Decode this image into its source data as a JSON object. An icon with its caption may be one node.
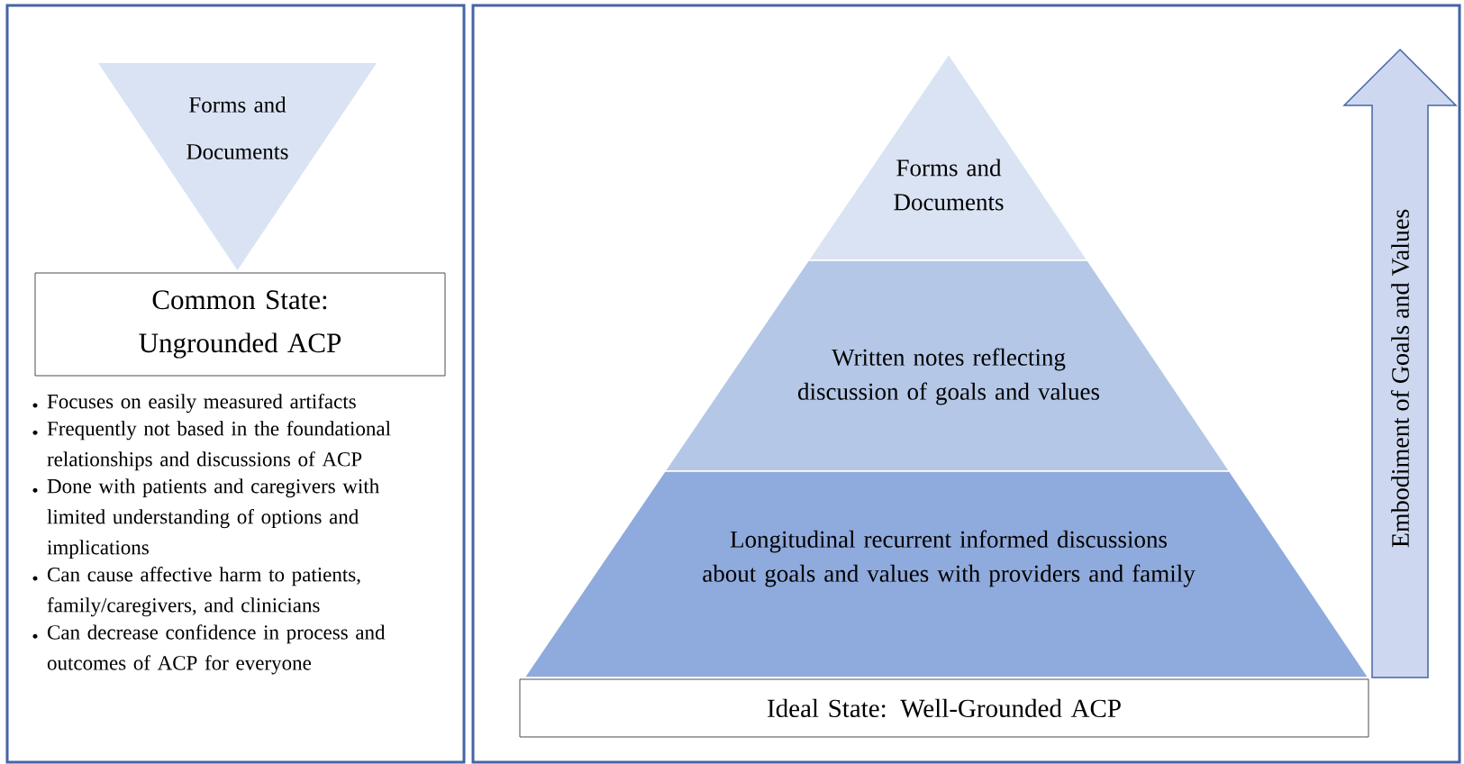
{
  "diagram": {
    "nodes": [
      {
        "text": [],
        "shape": "box"
      },
      {
        "text": [
          "Forms and Documents"
        ],
        "in": 0
      },
      {
        "text": [
          "Common State: Ungrounded ACP"
        ],
        "in": 0
      },
      {
        "text": [],
        "shape": "box"
      },
      {
        "text": [
          "Forms and Documents"
        ],
        "in": 3
      },
      {
        "text": [
          "Written notes reflecting discussion of goals and values"
        ],
        "in": 3
      },
      {
        "text": [
          "Longitudinal recurrent informed discussions about goals and values with providers and family"
        ],
        "in": 3
      },
      {
        "text": [
          "Ideal State: Well-Grounded ACP"
        ],
        "in": 3
      },
      {
        "text": [
          "Embodiment of Goals and Values"
        ],
        "in": 3
      }
    ],
    "labels": [
      "Focuses on easily measured artifacts",
      "Frequently not based in the foundational relationships and discussions of ACP",
      "Done with patients and caregivers with limited understanding of options and implications",
      "Can cause affective harm to patients, family/caregivers, and clinicians",
      "Can decrease confidence in process and outcomes of ACP for everyone"
    ]
  }
}
